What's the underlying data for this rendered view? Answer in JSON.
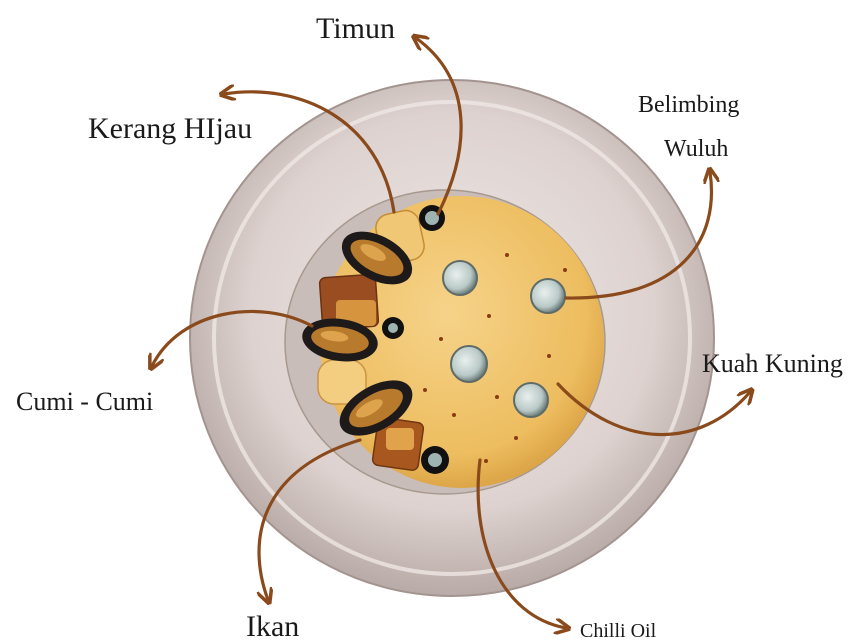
{
  "labels": {
    "timun": "Timun",
    "kerang_hijau": "Kerang HIjau",
    "belimbing_line1": "Belimbing",
    "belimbing_line2": "Wuluh",
    "kuah_kuning": "Kuah Kuning",
    "cumi_cumi": "Cumi - Cumi",
    "ikan": "Ikan",
    "chilli_oil": "Chilli Oil"
  },
  "colors": {
    "arrow": "#8a4a1c",
    "soup": "#efc166",
    "plate_rim": "#d9cfcc",
    "plate_inner": "#c4b8b6",
    "mussel_shell": "#1f1a1a",
    "mussel_meat": "#b87a2c"
  }
}
